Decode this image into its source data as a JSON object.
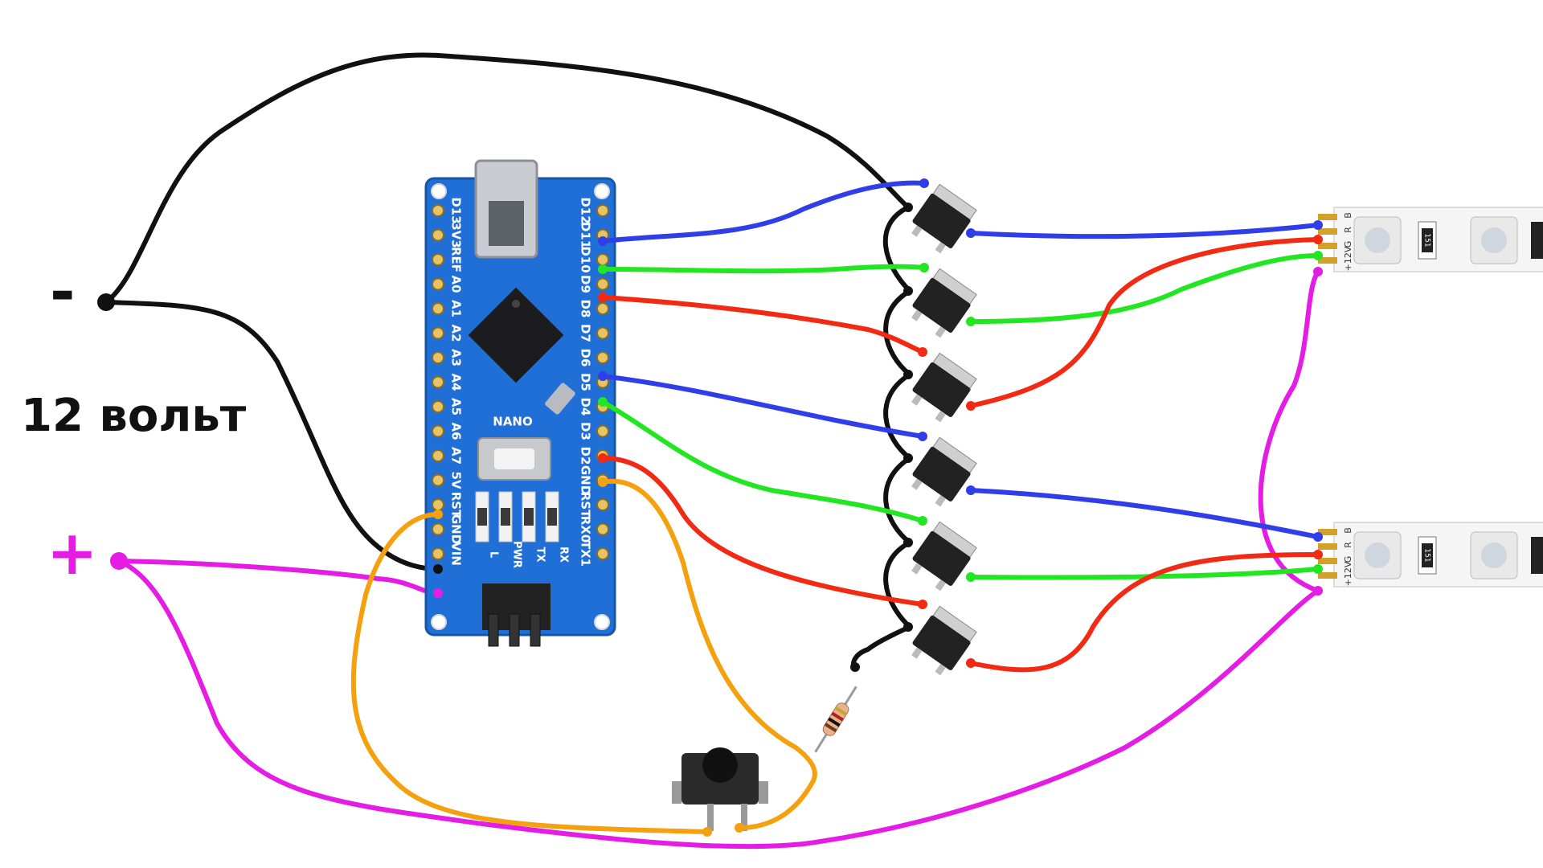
{
  "labels": {
    "minus": "-",
    "voltage": "12 вольт",
    "plus": "+"
  },
  "board": {
    "name": "NANO",
    "left_pins": [
      "D13",
      "3V3",
      "REF",
      "A0",
      "A1",
      "A2",
      "A3",
      "A4",
      "A5",
      "A6",
      "A7",
      "5V",
      "RST",
      "GND",
      "VIN"
    ],
    "right_pins": [
      "D12",
      "D11",
      "D10",
      "D9",
      "D8",
      "D7",
      "D6",
      "D5",
      "D4",
      "D3",
      "D2",
      "GND",
      "RST",
      "RX0",
      "TX1"
    ],
    "leds": [
      "L",
      "PWR",
      "TX",
      "RX"
    ]
  },
  "strip": {
    "pin_labels": [
      "B",
      "R",
      "G",
      "+12V"
    ],
    "resistor_code": "151"
  },
  "colors": {
    "ground": "#111111",
    "power": "#e41ce4",
    "blue": "#2f3ee8",
    "green": "#22e622",
    "red": "#f22a14",
    "button": "#f5a10f",
    "board": "#1f6fd6"
  }
}
